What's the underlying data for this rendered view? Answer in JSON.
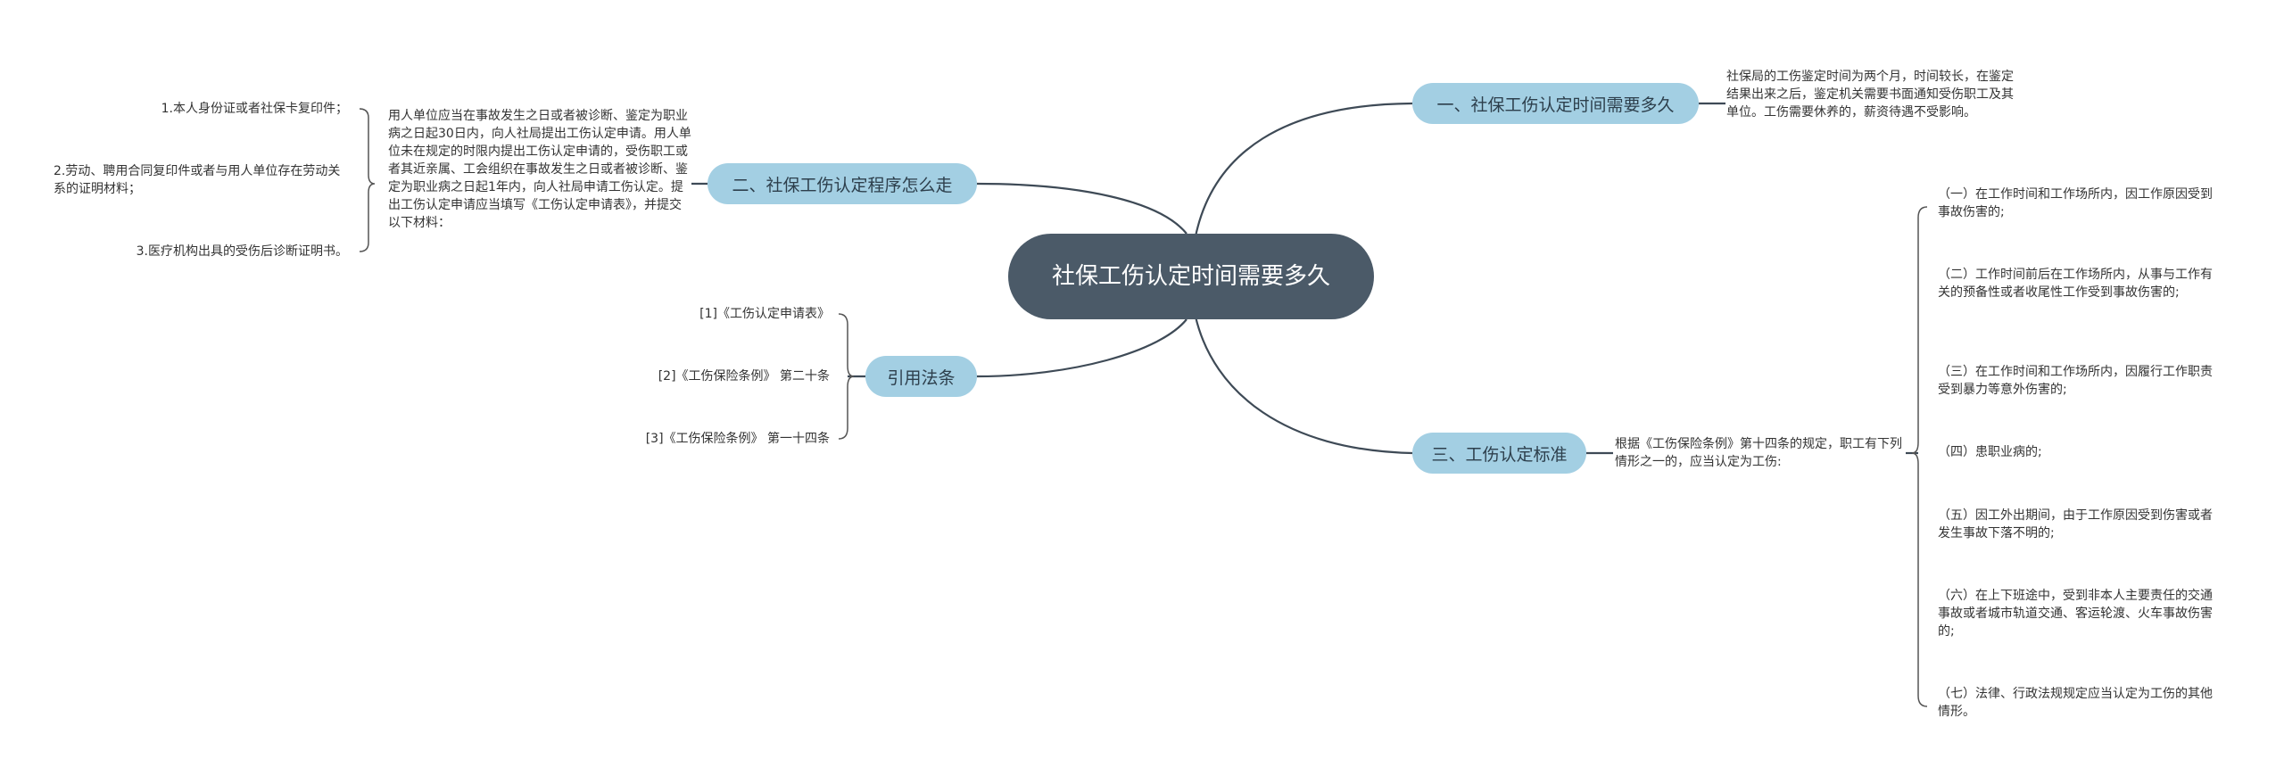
{
  "central": "社保工伤认定时间需要多久",
  "right_topics": {
    "t1": {
      "label": "一、社保工伤认定时间需要多久",
      "detail": "社保局的工伤鉴定时间为两个月，时间较长，在鉴定结果出来之后，鉴定机关需要书面通知受伤职工及其单位。工伤需要休养的，薪资待遇不受影响。"
    },
    "t3": {
      "label": "三、工伤认定标准",
      "detail": "根据《工伤保险条例》第十四条的规定，职工有下列情形之一的，应当认定为工伤:",
      "items": [
        "（一）在工作时间和工作场所内，因工作原因受到事故伤害的;",
        "（二）工作时间前后在工作场所内，从事与工作有关的预备性或者收尾性工作受到事故伤害的;",
        "（三）在工作时间和工作场所内，因履行工作职责受到暴力等意外伤害的;",
        "（四）患职业病的;",
        "（五）因工外出期间，由于工作原因受到伤害或者发生事故下落不明的;",
        "（六）在上下班途中，受到非本人主要责任的交通事故或者城市轨道交通、客运轮渡、火车事故伤害的;",
        "（七）法律、行政法规规定应当认定为工伤的其他情形。"
      ]
    }
  },
  "left_topics": {
    "t2": {
      "label": "二、社保工伤认定程序怎么走",
      "detail": "用人单位应当在事故发生之日或者被诊断、鉴定为职业病之日起30日内，向人社局提出工伤认定申请。用人单位未在规定的时限内提出工伤认定申请的，受伤职工或者其近亲属、工会组织在事故发生之日或者被诊断、鉴定为职业病之日起1年内，向人社局申请工伤认定。提出工伤认定申请应当填写《工伤认定申请表》，并提交以下材料：",
      "items": [
        "1.本人身份证或者社保卡复印件；",
        "2.劳动、聘用合同复印件或者与用人单位存在劳动关系的证明材料；",
        "3.医疗机构出具的受伤后诊断证明书。"
      ]
    },
    "refs": {
      "label": "引用法条",
      "items": [
        "[1]《工伤认定申请表》",
        "[2]《工伤保险条例》 第二十条",
        "[3]《工伤保险条例》 第一十四条"
      ]
    }
  },
  "colors": {
    "central_bg": "#4b5a68",
    "topic_bg": "#a3cfe3",
    "line": "#3e4a56"
  }
}
